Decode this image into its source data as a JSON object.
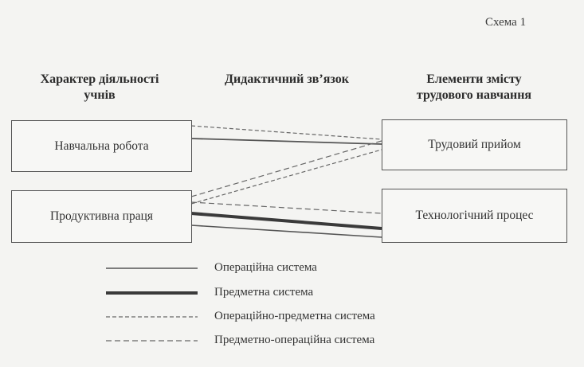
{
  "scheme_label": "Схема 1",
  "headers": {
    "left": [
      "Характер діяльності",
      "учнів"
    ],
    "middle": [
      "Дидактичний зв’язок"
    ],
    "right": [
      "Елементи змісту",
      "трудового навчання"
    ]
  },
  "boxes": {
    "left_top": "Навчальна робота",
    "left_bottom": "Продуктивна праця",
    "right_top": "Трудовий прийом",
    "right_bottom": "Технологічний процес"
  },
  "legend": [
    {
      "label": "Операційна система",
      "style": "solid-thin"
    },
    {
      "label": "Предметна система",
      "style": "solid-thick"
    },
    {
      "label": "Операційно-предметна система",
      "style": "dashed-fine"
    },
    {
      "label": "Предметно-операційна система",
      "style": "dashed-coarse"
    }
  ],
  "colors": {
    "line": "#555555",
    "thick_line": "#3a3a3a",
    "background": "#f4f4f2"
  }
}
